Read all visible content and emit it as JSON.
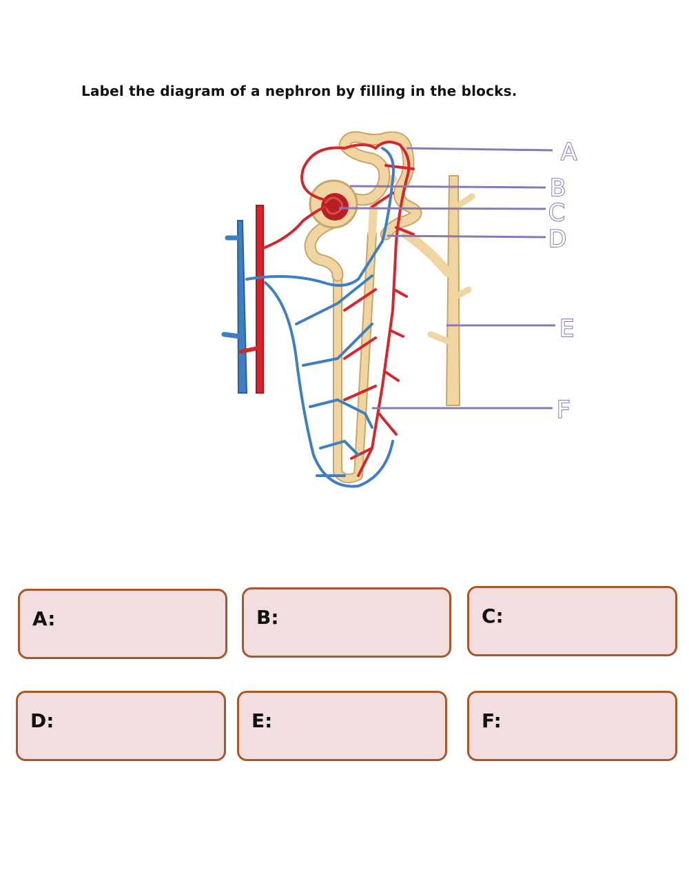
{
  "instruction": "Label the diagram of a nephron by filling in the blocks.",
  "diagram": {
    "labels": [
      "A",
      "B",
      "C",
      "D",
      "E",
      "F"
    ],
    "colors": {
      "tubule": "#f0d5a3",
      "tubule_outline": "#c9a566",
      "artery": "#d7262b",
      "vein": "#3d7fc0",
      "leader_line": "#8a77b8"
    }
  },
  "answer_boxes": [
    {
      "label": "A:"
    },
    {
      "label": "B:"
    },
    {
      "label": "C:"
    },
    {
      "label": "D:"
    },
    {
      "label": "E:"
    },
    {
      "label": "F:"
    }
  ],
  "box_colors": {
    "fill": "#f2dede",
    "border": "#a8562a"
  }
}
